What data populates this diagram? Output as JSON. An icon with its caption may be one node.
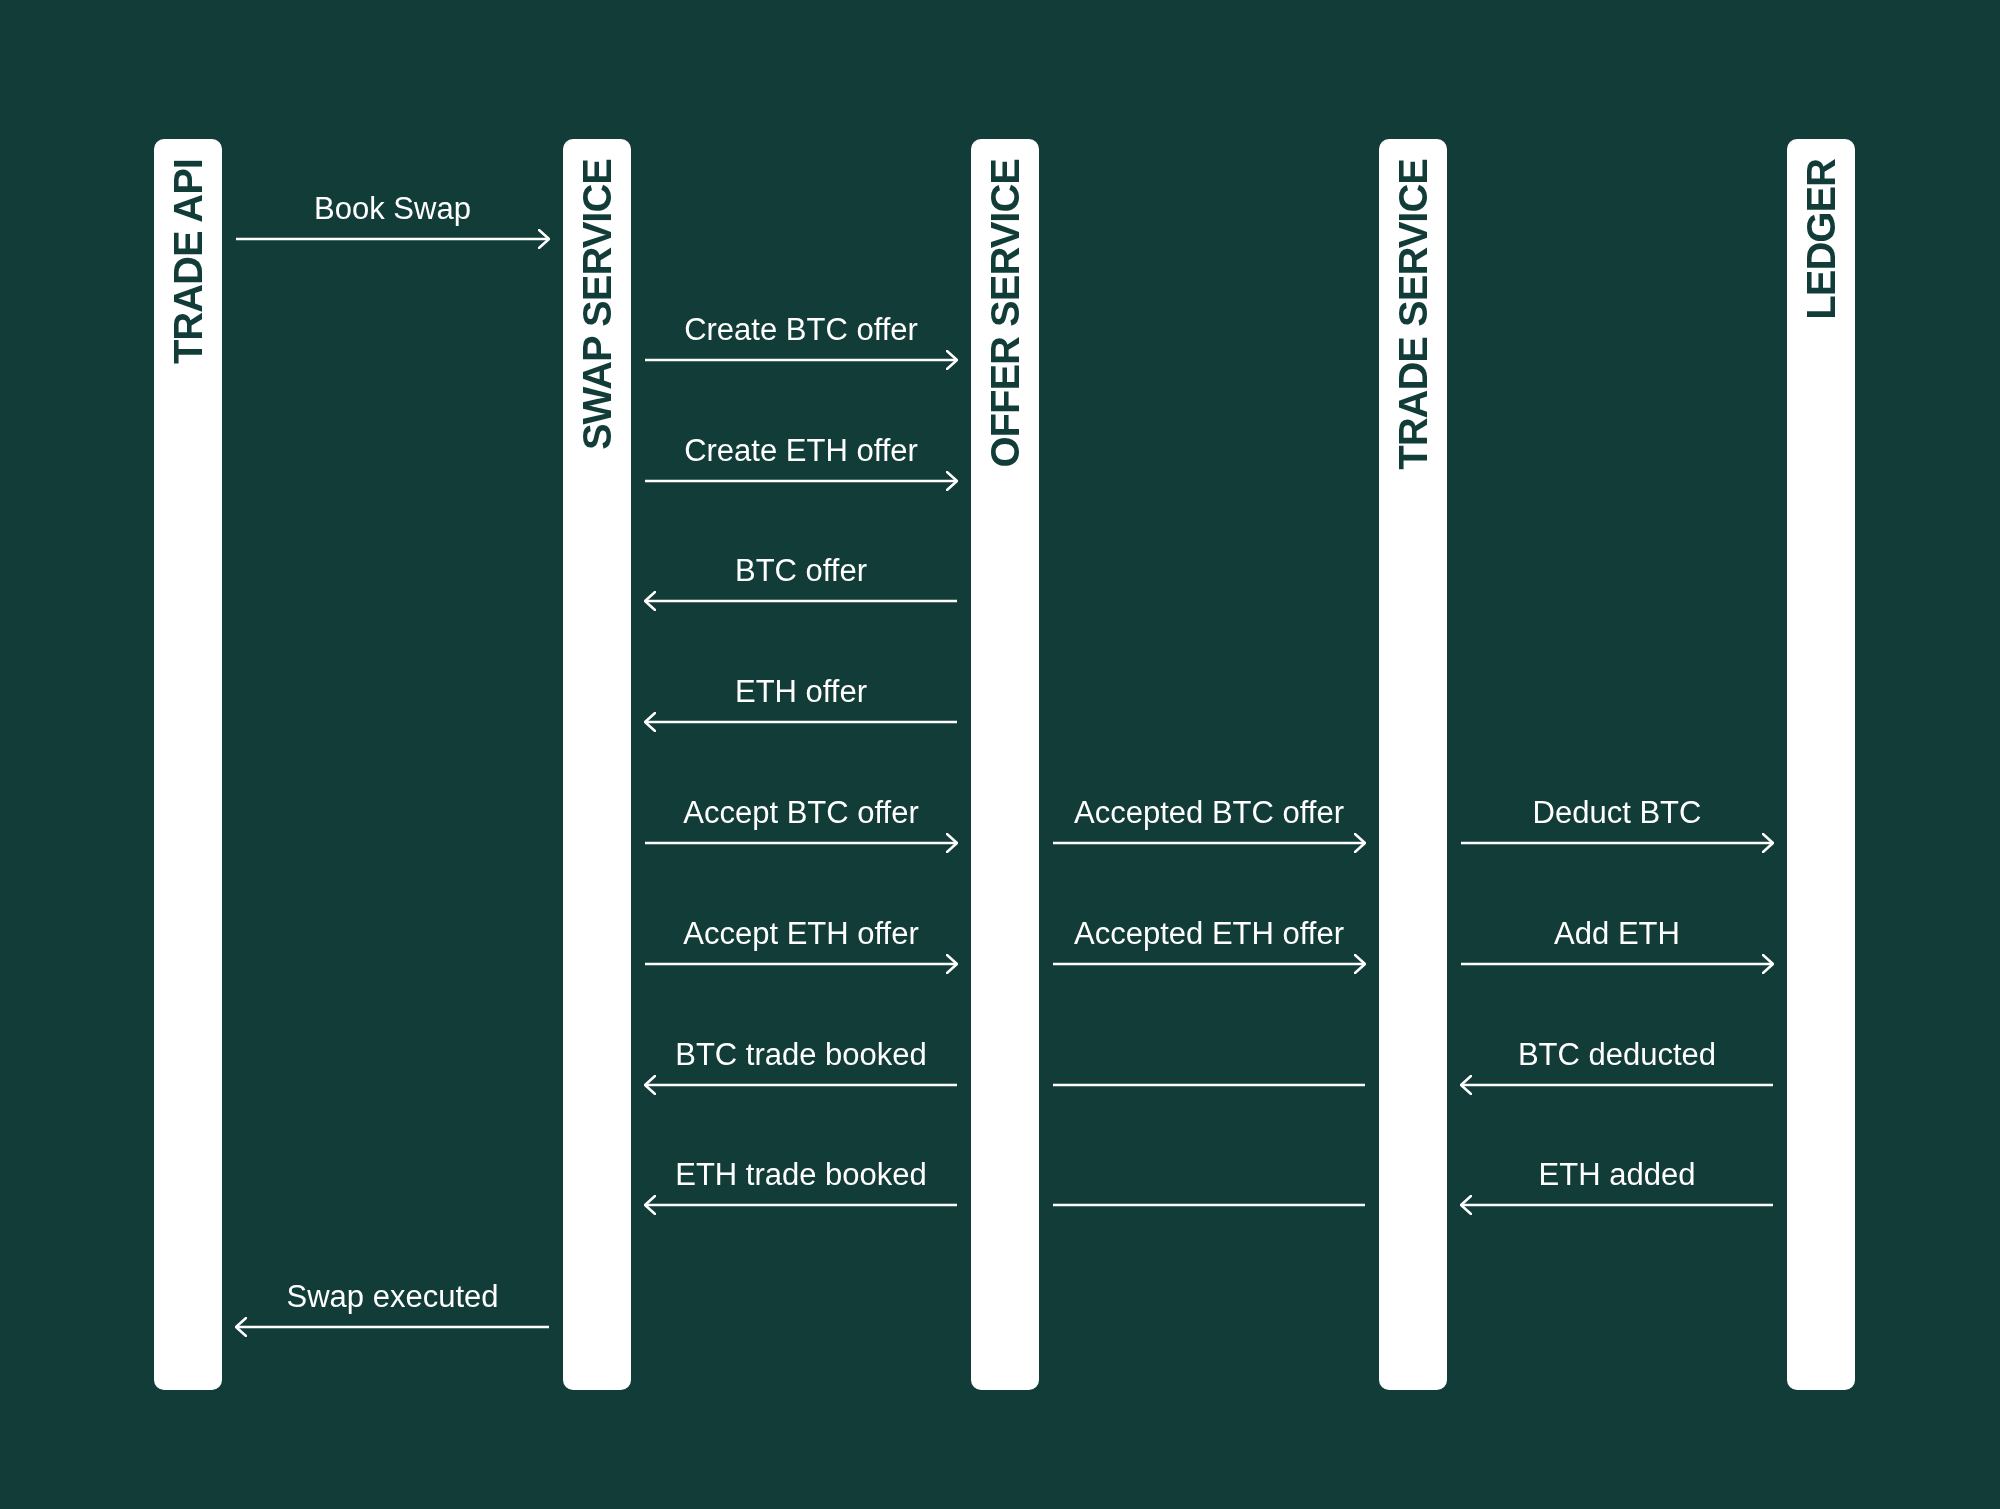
{
  "diagram": {
    "nodes": [
      {
        "text": [
          "TRADE API"
        ]
      },
      {
        "text": [
          "SWAP SERVICE"
        ]
      },
      {
        "text": [
          "OFFER SERVICE"
        ]
      },
      {
        "text": [
          "TRADE SERVICE"
        ]
      },
      {
        "text": [
          "LEDGER"
        ]
      }
    ],
    "edges": [
      {
        "from": 0,
        "to": 1,
        "arrow": "to",
        "label": "Book Swap"
      },
      {
        "from": 1,
        "to": 2,
        "arrow": "to",
        "label": "Create BTC offer"
      },
      {
        "from": 1,
        "to": 2,
        "arrow": "to",
        "label": "Create ETH offer"
      },
      {
        "from": 2,
        "to": 1,
        "arrow": "to",
        "label": "BTC offer"
      },
      {
        "from": 2,
        "to": 1,
        "arrow": "to",
        "label": "ETH offer"
      },
      {
        "from": 1,
        "to": 2,
        "arrow": "to",
        "label": "Accept BTC offer"
      },
      {
        "from": 2,
        "to": 3,
        "arrow": "to",
        "label": "Accepted BTC offer"
      },
      {
        "from": 3,
        "to": 4,
        "arrow": "to",
        "label": "Deduct BTC"
      },
      {
        "from": 1,
        "to": 2,
        "arrow": "to",
        "label": "Accept ETH offer"
      },
      {
        "from": 2,
        "to": 3,
        "arrow": "to",
        "label": "Accepted ETH offer"
      },
      {
        "from": 3,
        "to": 4,
        "arrow": "to",
        "label": "Add ETH"
      },
      {
        "from": 4,
        "to": 3,
        "arrow": "to",
        "label": "BTC deducted"
      },
      {
        "from": 3,
        "to": 2,
        "arrow": "none"
      },
      {
        "from": 2,
        "to": 1,
        "arrow": "to",
        "label": "BTC trade booked"
      },
      {
        "from": 4,
        "to": 3,
        "arrow": "to",
        "label": "ETH added"
      },
      {
        "from": 3,
        "to": 2,
        "arrow": "none"
      },
      {
        "from": 2,
        "to": 1,
        "arrow": "to",
        "label": "ETH trade booked"
      },
      {
        "from": 1,
        "to": 0,
        "arrow": "to",
        "label": "Swap executed"
      }
    ]
  }
}
